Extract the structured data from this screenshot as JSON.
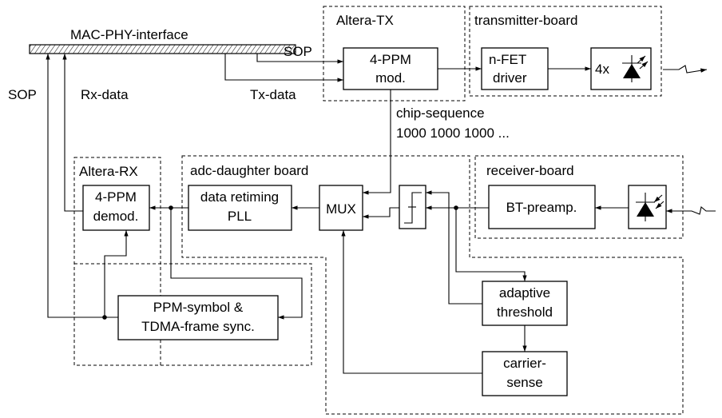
{
  "bus_label": "MAC-PHY-interface",
  "groups": {
    "altera_tx": "Altera-TX",
    "transmitter_board": "transmitter-board",
    "altera_rx": "Altera-RX",
    "adc_board": "adc-daughter board",
    "receiver_board": "receiver-board"
  },
  "blocks": {
    "ppm_mod": [
      "4-PPM",
      "mod."
    ],
    "nfet": [
      "n-FET",
      "driver"
    ],
    "led_count": "4x",
    "ppm_demod": [
      "4-PPM",
      "demod."
    ],
    "retiming": [
      "data retiming",
      "PLL"
    ],
    "mux": "MUX",
    "bt_preamp": "BT-preamp.",
    "adaptive": [
      "adaptive",
      "threshold"
    ],
    "carrier": [
      "carrier-",
      "sense"
    ],
    "sync": [
      "PPM-symbol &",
      "TDMA-frame sync."
    ]
  },
  "signals": {
    "sop_tx": "SOP",
    "tx_data": "Tx-data",
    "sop_rx": "SOP",
    "rx_data": "Rx-data",
    "chip_seq": [
      "chip-sequence",
      "1000 1000 1000 ..."
    ]
  }
}
